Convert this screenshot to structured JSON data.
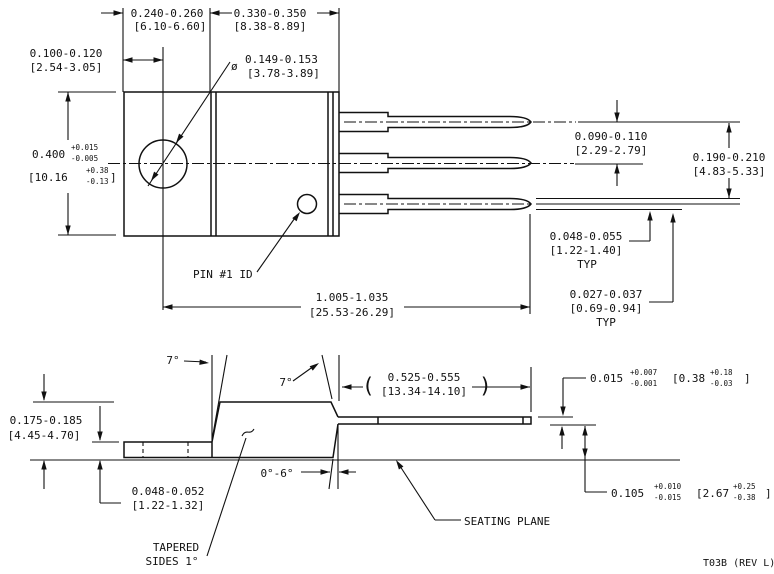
{
  "colors": {
    "line": "#111111",
    "background": "#ffffff"
  },
  "top_view": {
    "tab_width": {
      "in": "0.240-0.260",
      "mm": "[6.10-6.60]"
    },
    "body_width": {
      "in": "0.330-0.350",
      "mm": "[8.38-8.89]"
    },
    "hole_offset": {
      "in": "0.100-0.120",
      "mm": "[2.54-3.05]"
    },
    "hole_dia": {
      "sym": "ø",
      "in": "0.149-0.153",
      "mm": "[3.78-3.89]"
    },
    "body_height": {
      "in": "0.400",
      "tp": "+0.015",
      "tm": "-0.005",
      "mm": "[10.16",
      "mtp": "+0.38",
      "mtm": "-0.13",
      "close": "]"
    },
    "pin1_id_label": "PIN #1 ID",
    "pin_pitch": {
      "in": "0.090-0.110",
      "mm": "[2.29-2.79]"
    },
    "pin_span": {
      "in": "0.190-0.210",
      "mm": "[4.83-5.33]"
    },
    "lead_width_wide": {
      "in": "0.048-0.055",
      "mm": "[1.22-1.40]",
      "typ": "TYP"
    },
    "lead_width_narrow": {
      "in": "0.027-0.037",
      "mm": "[0.69-0.94]",
      "typ": "TYP"
    },
    "overall_length": {
      "in": "1.005-1.035",
      "mm": "[25.53-26.29]"
    }
  },
  "side_view": {
    "angle_top_left": "7°",
    "angle_top_right": "7°",
    "lead_length": {
      "open": "(",
      "in": "0.525-0.555",
      "mm": "[13.34-14.10]",
      "close": ")"
    },
    "lead_thickness": {
      "in": "0.015",
      "tp": "+0.007",
      "tm": "-0.001",
      "mm": "[0.38",
      "mtp": "+0.18",
      "mtm": "-0.03",
      "close": "]"
    },
    "body_thickness": {
      "in": "0.175-0.185",
      "mm": "[4.45-4.70]"
    },
    "tab_thickness": {
      "in": "0.048-0.052",
      "mm": "[1.22-1.32]"
    },
    "taper": {
      "l1": "TAPERED",
      "l2": "SIDES 1°"
    },
    "draft_angle": "0°-6°",
    "standoff": {
      "in": "0.105",
      "tp": "+0.010",
      "tm": "-0.015",
      "mm": "[2.67",
      "mtp": "+0.25",
      "mtm": "-0.38",
      "close": "]"
    },
    "seating_plane_label": "SEATING PLANE"
  },
  "footer": {
    "rev": "T03B (REV L)"
  }
}
